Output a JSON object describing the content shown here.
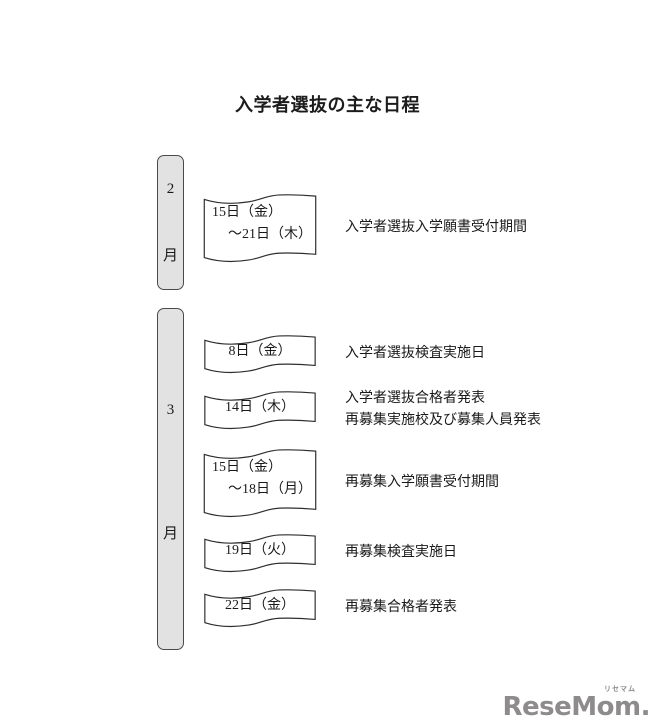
{
  "title": "入学者選抜の主な日程",
  "months": [
    {
      "number": "2",
      "suffix": "月",
      "events": [
        {
          "date_lines": [
            "15日（金）",
            "～21日（木）"
          ],
          "desc_lines": [
            "入学者選抜入学願書受付期間"
          ]
        }
      ]
    },
    {
      "number": "3",
      "suffix": "月",
      "events": [
        {
          "date_lines": [
            "8日（金）"
          ],
          "desc_lines": [
            "入学者選抜検査実施日"
          ]
        },
        {
          "date_lines": [
            "14日（木）"
          ],
          "desc_lines": [
            "入学者選抜合格者発表",
            "再募集実施校及び募集人員発表"
          ]
        },
        {
          "date_lines": [
            "15日（金）",
            "～18日（月）"
          ],
          "desc_lines": [
            "再募集入学願書受付期間"
          ]
        },
        {
          "date_lines": [
            "19日（火）"
          ],
          "desc_lines": [
            "再募集検査実施日"
          ]
        },
        {
          "date_lines": [
            "22日（金）"
          ],
          "desc_lines": [
            "再募集合格者発表"
          ]
        }
      ]
    }
  ],
  "logo": {
    "text": "ReseMom.",
    "ruby": "リセマム",
    "color": "#8d8b8b"
  },
  "colors": {
    "background": "#ffffff",
    "bar_fill": "#e2e2e2",
    "bar_border": "#4a4a4a",
    "flag_stroke": "#2e2e2e",
    "text": "#1a1a1a"
  }
}
